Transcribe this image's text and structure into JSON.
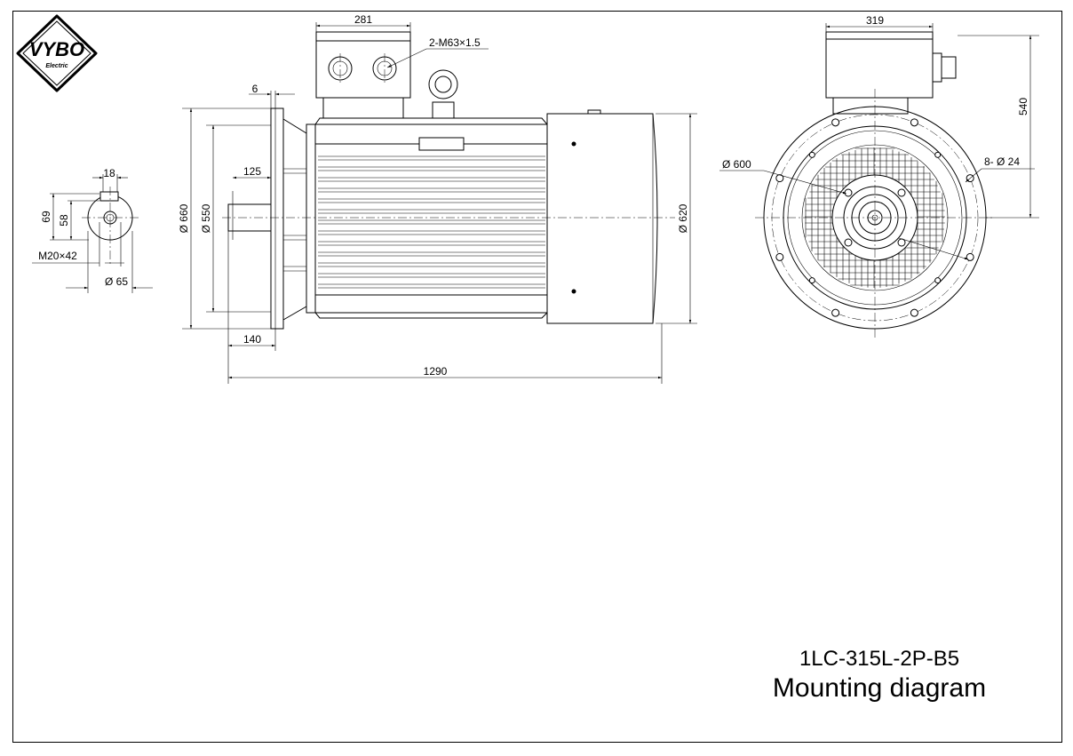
{
  "logo": {
    "brand": "VYBO",
    "tagline": "Electric"
  },
  "title": {
    "model": "1LC-315L-2P-B5",
    "subtitle": "Mounting diagram"
  },
  "shaft_end": {
    "keyway": "18",
    "height_total": "69",
    "height_key": "58",
    "thread": "M20×42",
    "diameter": "Ø 65"
  },
  "side_view": {
    "terminal_box_width": "281",
    "cable_glands": "2-M63×1.5",
    "flange_thickness": "6",
    "shaft_length": "125",
    "flange_outer": "Ø 660",
    "spigot": "Ø 550",
    "housing": "Ø 620",
    "flange_offset": "140",
    "overall_length": "1290"
  },
  "end_view": {
    "terminal_box_width": "319",
    "height": "540",
    "pitch_circle": "Ø 600",
    "holes": "8- Ø 24"
  }
}
